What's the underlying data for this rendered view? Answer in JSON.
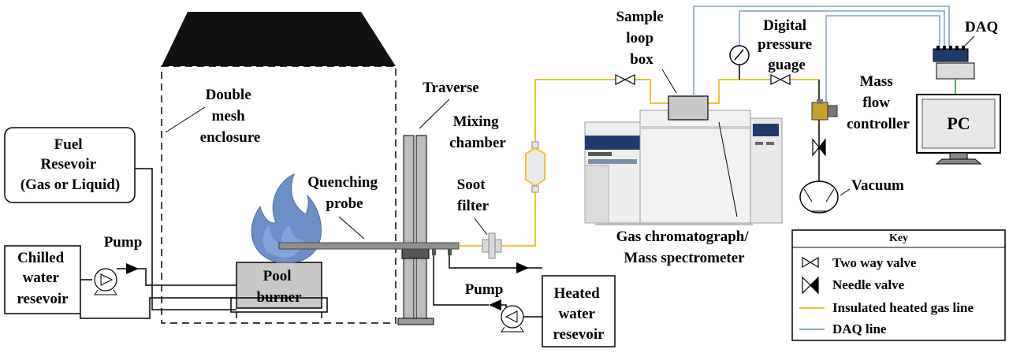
{
  "labels": {
    "double_mesh": [
      "Double",
      "mesh",
      "enclosure"
    ],
    "traverse": "Traverse",
    "fuel_reservoir": [
      "Fuel",
      "Resevoir",
      "(Gas or Liquid)"
    ],
    "quenching_probe": [
      "Quenching",
      "probe"
    ],
    "mixing_chamber": [
      "Mixing",
      "chamber"
    ],
    "soot_filter": [
      "Soot",
      "filter"
    ],
    "sample_loop_box": [
      "Sample",
      "loop",
      "box"
    ],
    "digital_pressure_gauge": [
      "Digital",
      "pressure",
      "guage"
    ],
    "daq": "DAQ",
    "mass_flow_controller": [
      "Mass",
      "flow",
      "controller"
    ],
    "pc": "PC",
    "vacuum": "Vacuum",
    "gc_ms": [
      "Gas chromatograph/",
      "Mass spectrometer"
    ],
    "pump_left": "Pump",
    "pump_right": "Pump",
    "chilled_water": [
      "Chilled",
      "water",
      "resevoir"
    ],
    "pool_burner": [
      "Pool",
      "burner"
    ],
    "heated_water": [
      "Heated",
      "water",
      "resevoir"
    ]
  },
  "key": {
    "title": "Key",
    "items": [
      {
        "label": "Two way valve",
        "symbol": "two-way-valve"
      },
      {
        "label": "Needle valve",
        "symbol": "needle-valve"
      },
      {
        "label": "Insulated heated gas line",
        "symbol": "line",
        "color": "#f2c230"
      },
      {
        "label": "DAQ line",
        "symbol": "line",
        "color": "#7f9fcf"
      }
    ]
  },
  "colors": {
    "heated_gas_line": "#f2c230",
    "daq_line": "#7f9fcf",
    "flame": "#6c8fc7",
    "burner": "#c8c8c8",
    "gc_accent": "#1f3b6e"
  }
}
